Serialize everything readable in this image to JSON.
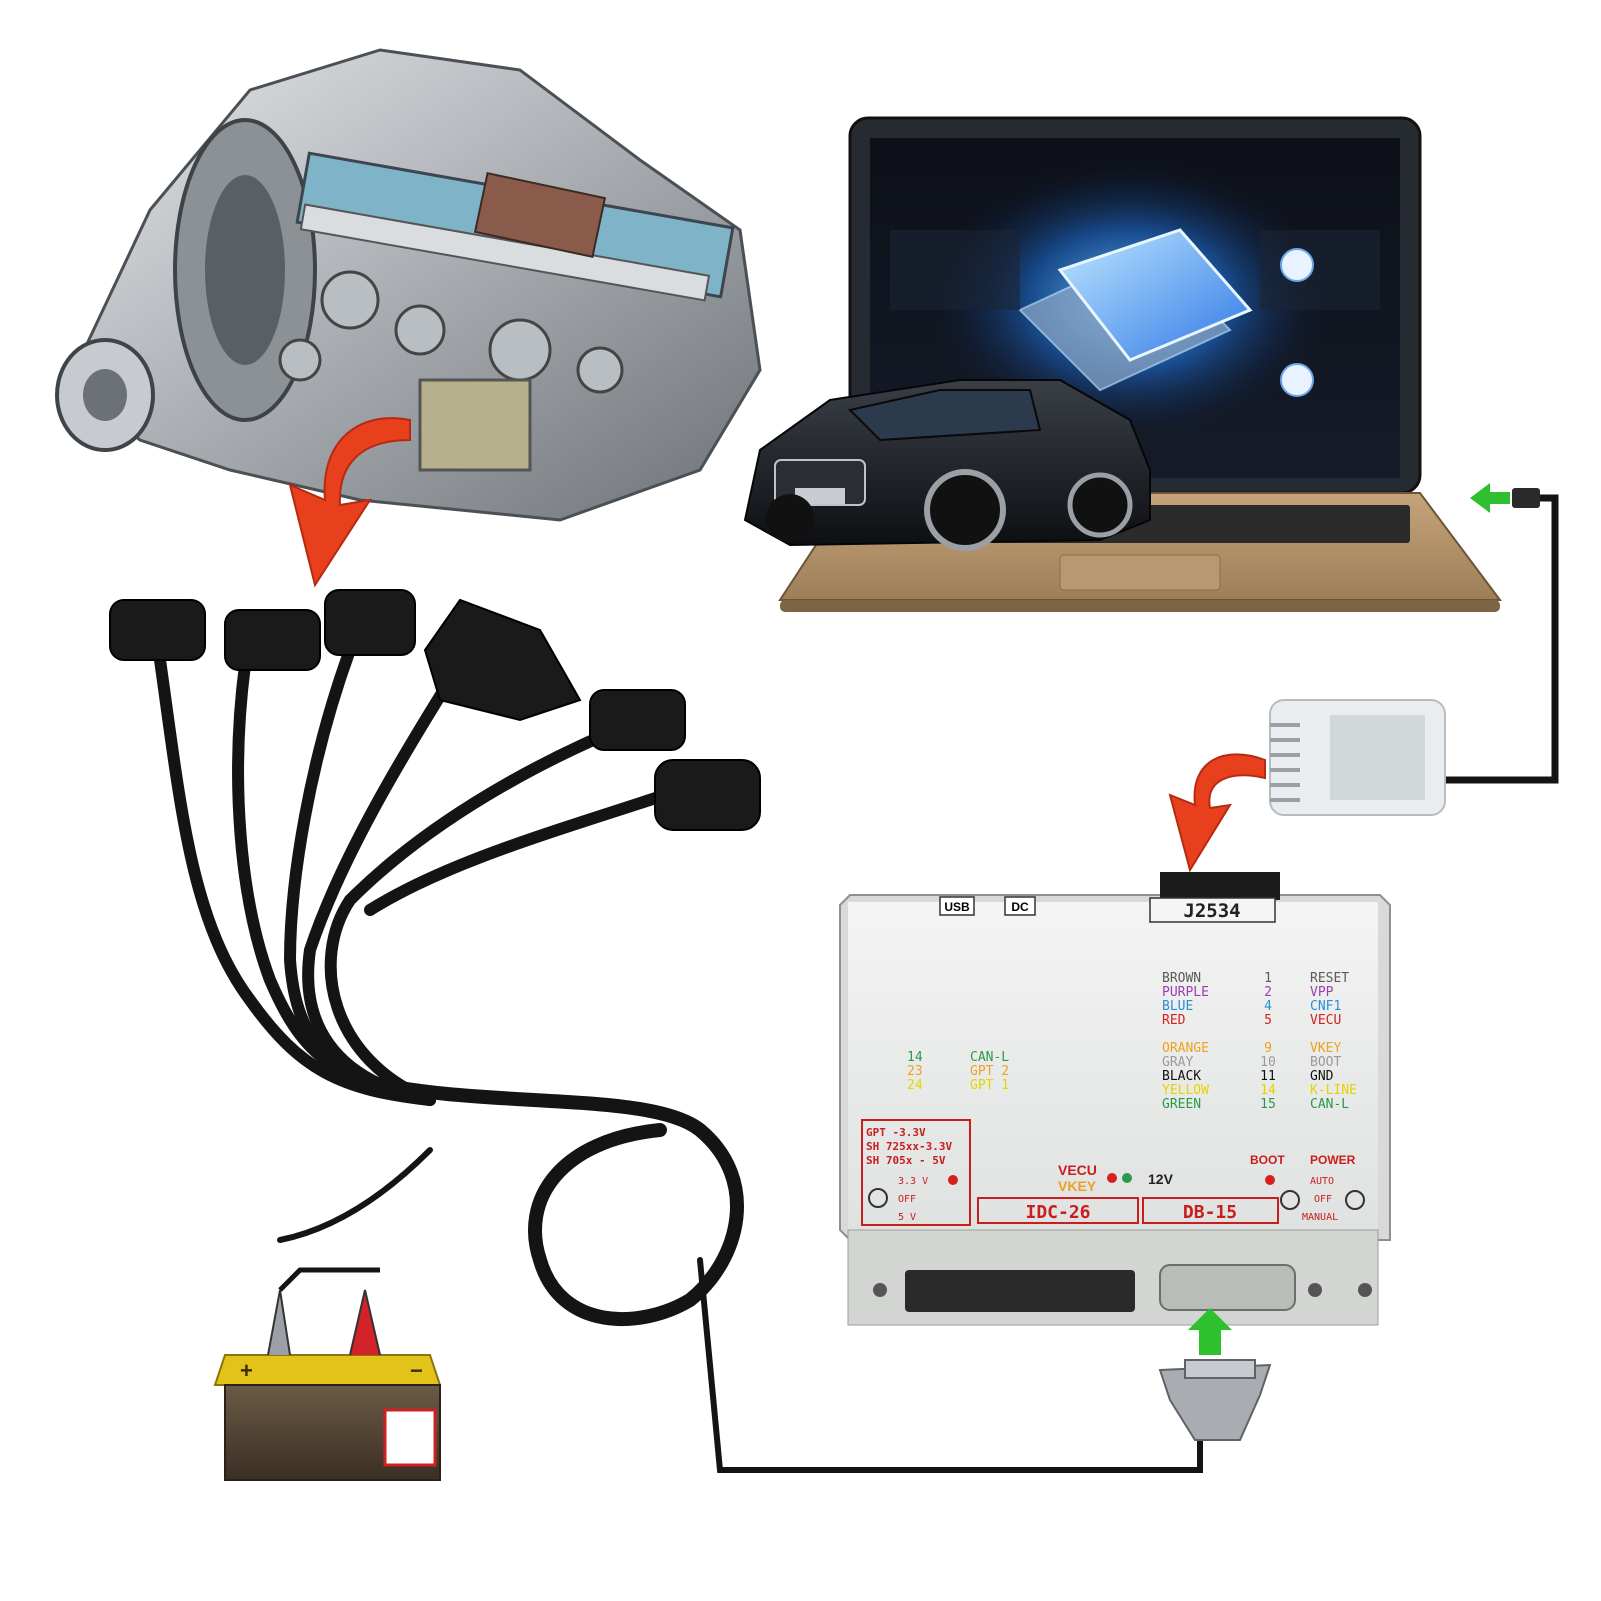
{
  "box": {
    "port_usb": "USB",
    "port_dc": "DC",
    "port_j2534": "J2534",
    "pin_table": [
      {
        "color_name": "BROWN",
        "pin": "1",
        "signal": "RESET",
        "color": "#5a5a5a"
      },
      {
        "color_name": "PURPLE",
        "pin": "2",
        "signal": "VPP",
        "color": "#9b3fb0"
      },
      {
        "color_name": "BLUE",
        "pin": "4",
        "signal": "CNF1",
        "color": "#2a8fd6"
      },
      {
        "color_name": "RED",
        "pin": "5",
        "signal": "VECU",
        "color": "#d62020"
      },
      {
        "color_name": "ORANGE",
        "pin": "9",
        "signal": "VKEY",
        "color": "#f0a020"
      },
      {
        "color_name": "GRAY",
        "pin": "10",
        "signal": "BOOT",
        "color": "#9a9a9a"
      },
      {
        "color_name": "BLACK",
        "pin": "11",
        "signal": "GND",
        "color": "#111111"
      },
      {
        "color_name": "YELLOW",
        "pin": "14",
        "signal": "K-LINE",
        "color": "#e8d200"
      },
      {
        "color_name": "GREEN",
        "pin": "15",
        "signal": "CAN-L",
        "color": "#2a9a4a"
      }
    ],
    "idc_pins": [
      {
        "pin": "14",
        "signal": "CAN-L",
        "color": "#2a9a4a"
      },
      {
        "pin": "23",
        "signal": "GPT 2",
        "color": "#f0a020"
      },
      {
        "pin": "24",
        "signal": "GPT 1",
        "color": "#e8d200"
      }
    ],
    "volt_legend": [
      "GPT       -3.3V",
      "SH 725xx-3.3V",
      "SH 705x  -  5V"
    ],
    "volt_switch": [
      "3.3 V",
      "OFF",
      "5 V"
    ],
    "vecu_label": "VECU",
    "vkey_label": "VKEY",
    "v12_label": "12V",
    "boot_label": "BOOT",
    "power_label": "POWER",
    "power_switch": [
      "AUTO",
      "OFF",
      "MANUAL"
    ],
    "idc_label": "IDC-26",
    "db_label": "DB-15"
  },
  "colors": {
    "arrow_red": "#e8401c",
    "arrow_green": "#2ec02e",
    "box_face": "#eceeed",
    "box_text_red": "#c81e1e",
    "cable": "#141414"
  },
  "icons": [
    "transmission-image",
    "laptop-icon",
    "car-image",
    "chip-icon",
    "cable-harness-image",
    "battery-icon",
    "usb-adapter-image",
    "db15-plug-image"
  ]
}
